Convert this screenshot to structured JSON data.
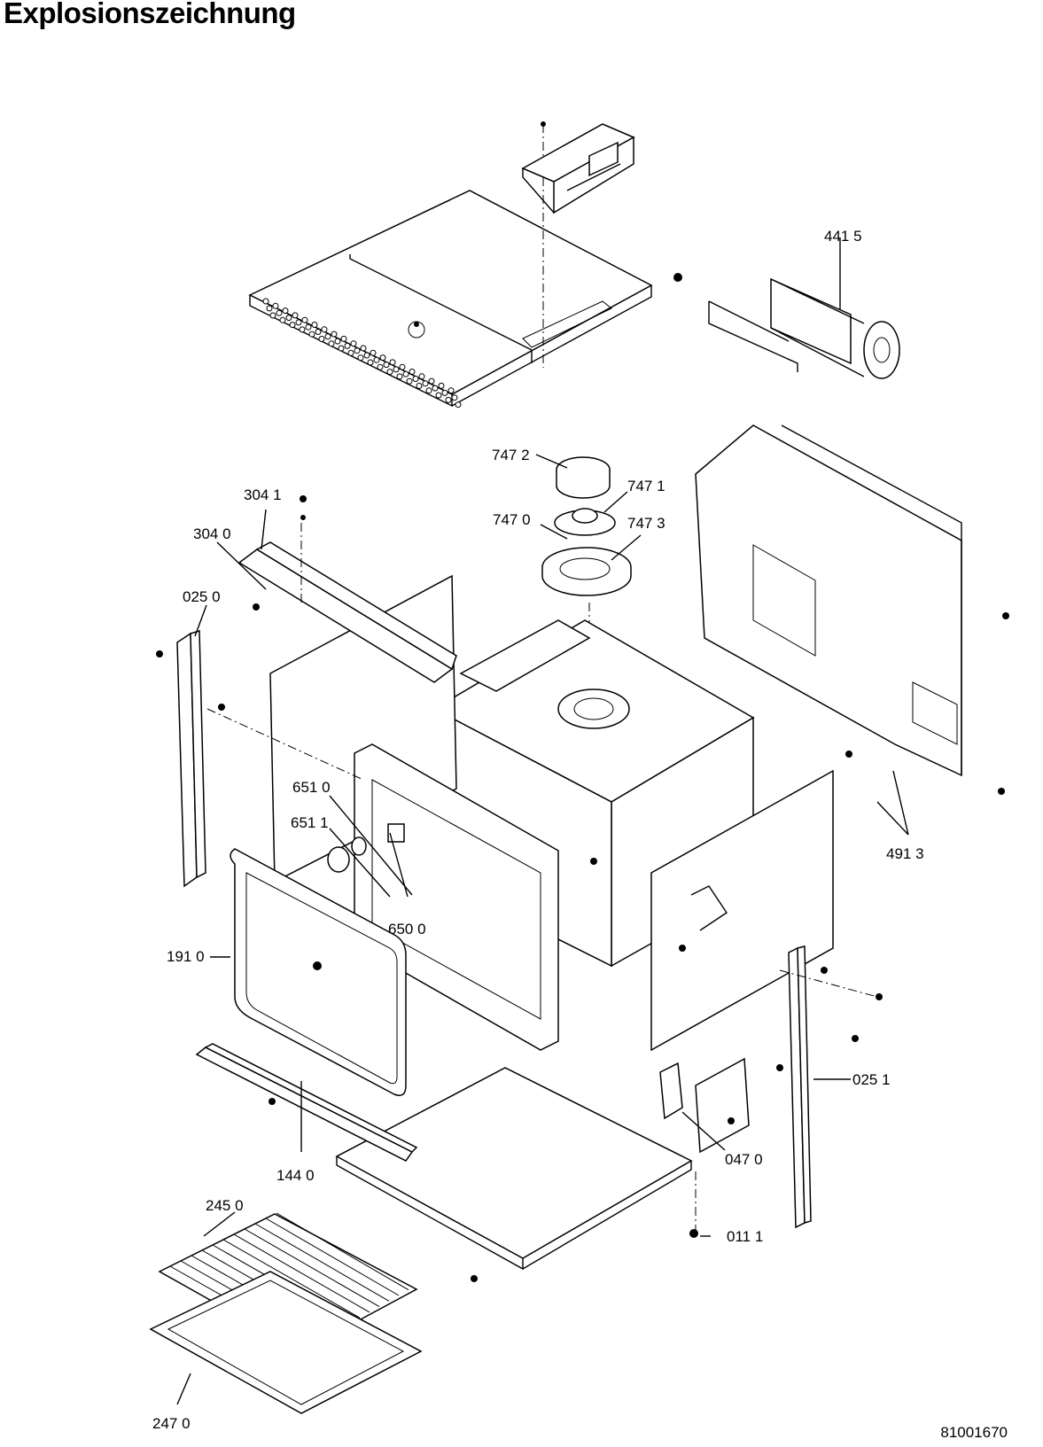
{
  "title": "Explosionszeichnung",
  "document_number": "81001670",
  "callouts": {
    "c4415": "441 5",
    "c7472": "747 2",
    "c7471": "747 1",
    "c7470": "747 0",
    "c7473": "747 3",
    "c3041": "304 1",
    "c3040": "304 0",
    "c0250": "025 0",
    "c6510": "651 0",
    "c6511": "651 1",
    "c6500": "650 0",
    "c4913": "491 3",
    "c1910": "191 0",
    "c0251": "025 1",
    "c0470": "047 0",
    "c1440": "144 0",
    "c0111": "011 1",
    "c2450": "245 0",
    "c2470": "247 0"
  }
}
